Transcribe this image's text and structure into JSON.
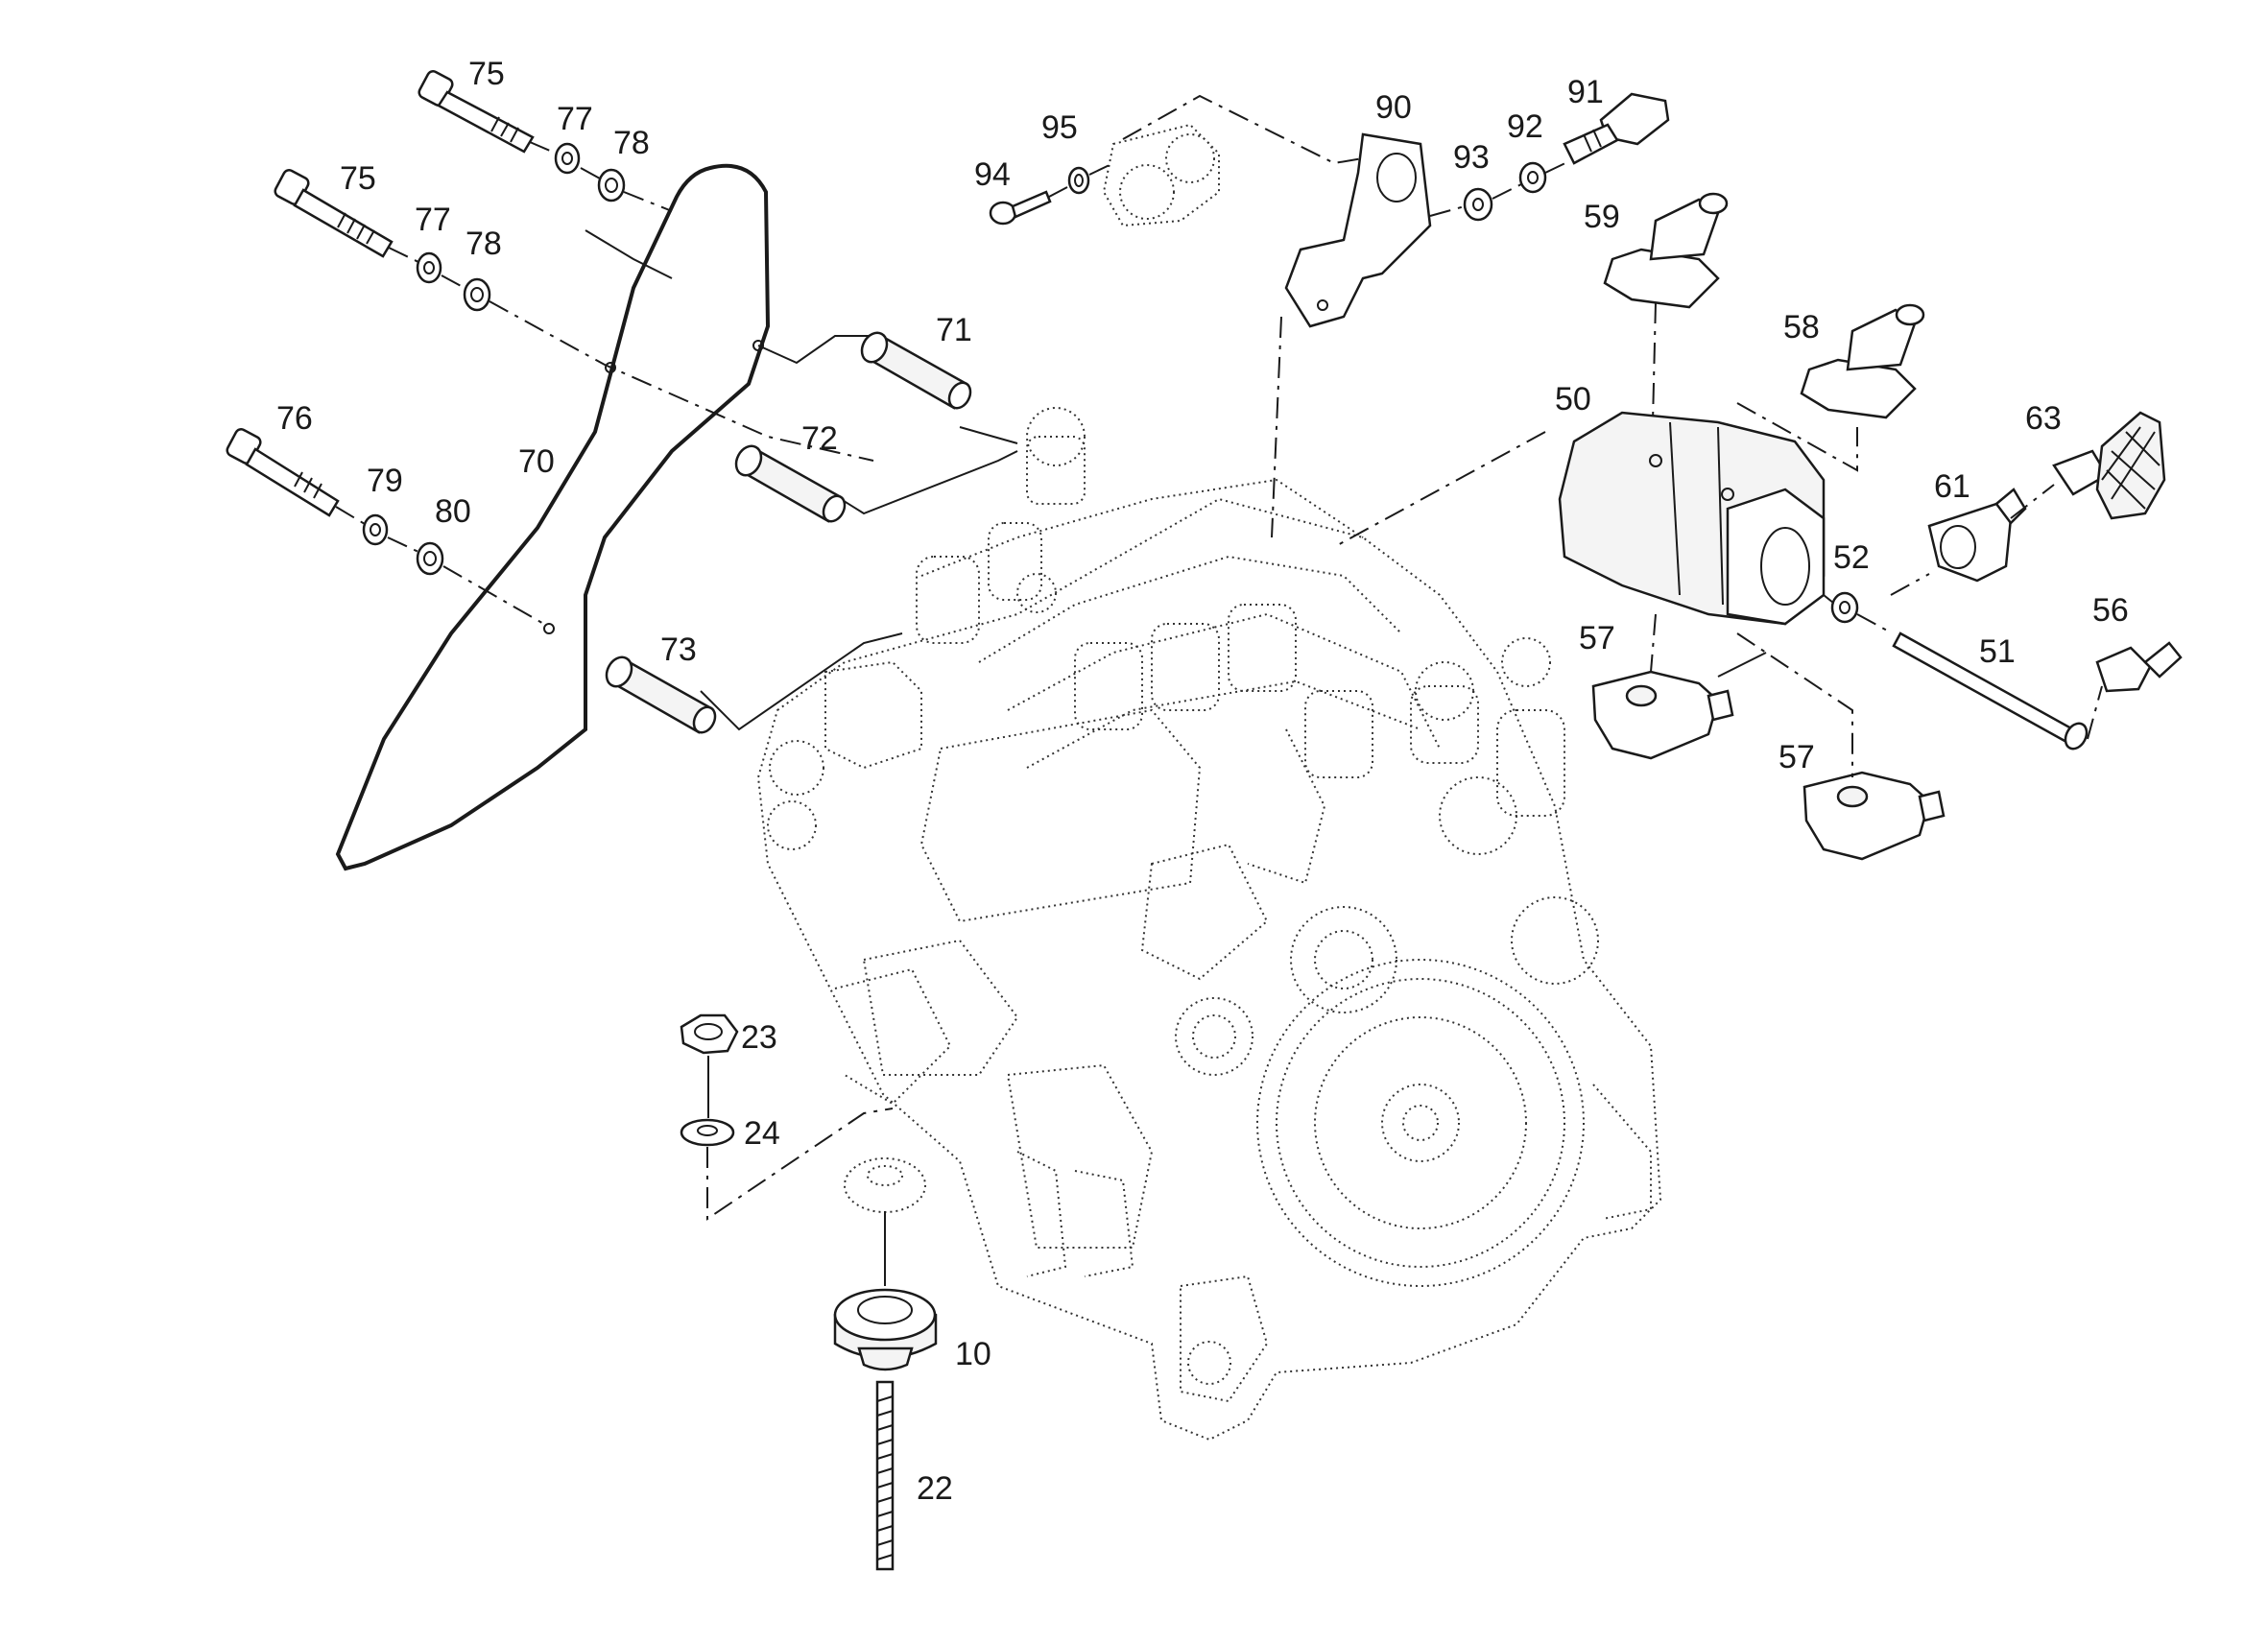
{
  "diagram": {
    "callouts": [
      {
        "id": "c75a",
        "text": "75"
      },
      {
        "id": "c77a",
        "text": "77"
      },
      {
        "id": "c78a",
        "text": "78"
      },
      {
        "id": "c75b",
        "text": "75"
      },
      {
        "id": "c77b",
        "text": "77"
      },
      {
        "id": "c78b",
        "text": "78"
      },
      {
        "id": "c76",
        "text": "76"
      },
      {
        "id": "c79",
        "text": "79"
      },
      {
        "id": "c80",
        "text": "80"
      },
      {
        "id": "c70",
        "text": "70"
      },
      {
        "id": "c71",
        "text": "71"
      },
      {
        "id": "c72",
        "text": "72"
      },
      {
        "id": "c73",
        "text": "73"
      },
      {
        "id": "c95",
        "text": "95"
      },
      {
        "id": "c94",
        "text": "94"
      },
      {
        "id": "c90",
        "text": "90"
      },
      {
        "id": "c93",
        "text": "93"
      },
      {
        "id": "c92",
        "text": "92"
      },
      {
        "id": "c91",
        "text": "91"
      },
      {
        "id": "c59",
        "text": "59"
      },
      {
        "id": "c58",
        "text": "58"
      },
      {
        "id": "c50",
        "text": "50"
      },
      {
        "id": "c63",
        "text": "63"
      },
      {
        "id": "c61",
        "text": "61"
      },
      {
        "id": "c52",
        "text": "52"
      },
      {
        "id": "c57a",
        "text": "57"
      },
      {
        "id": "c51",
        "text": "51"
      },
      {
        "id": "c56",
        "text": "56"
      },
      {
        "id": "c57b",
        "text": "57"
      },
      {
        "id": "c23",
        "text": "23"
      },
      {
        "id": "c24",
        "text": "24"
      },
      {
        "id": "c10",
        "text": "10"
      },
      {
        "id": "c22",
        "text": "22"
      }
    ]
  }
}
